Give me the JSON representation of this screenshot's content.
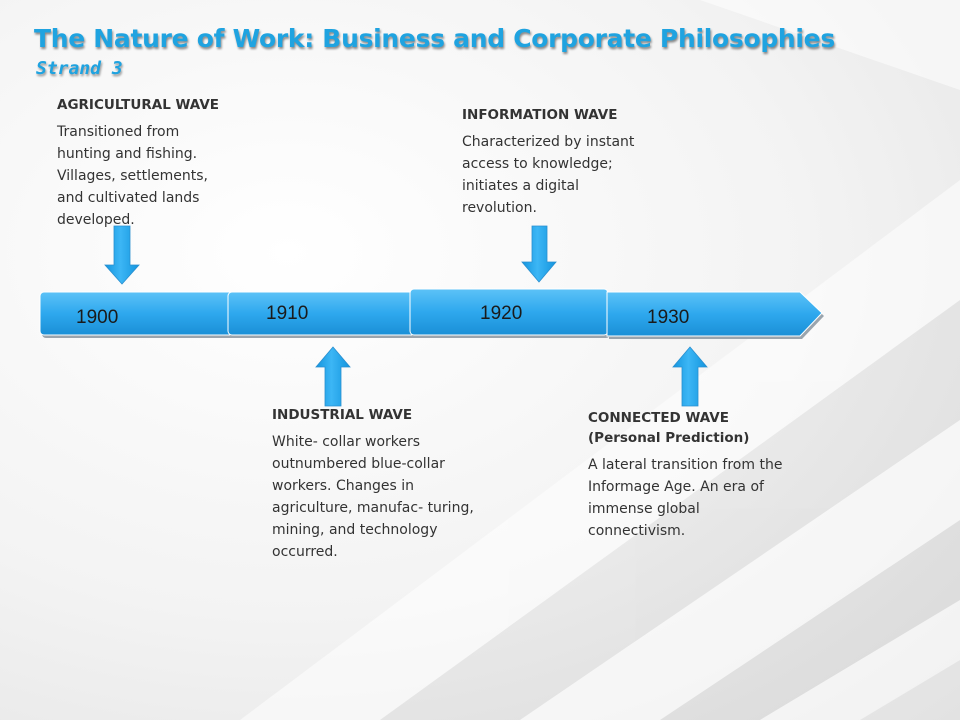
{
  "slide": {
    "title": "The Nature of Work: Business and Corporate Philosophies",
    "subtitle": "Strand 3"
  },
  "timeline": {
    "years": [
      "1900",
      "1910",
      "1920",
      "1930"
    ],
    "bar_color": "#2ea8ee",
    "arrow_color": "#17a3ef"
  },
  "waves": {
    "agricultural": {
      "heading": "AGRICULTURAL WAVE",
      "body": "Transitioned from hunting and fishing. Villages, settlements, and cultivated lands developed."
    },
    "information": {
      "heading": "INFORMATION WAVE",
      "body": "Characterized by instant access to knowledge; initiates a digital revolution."
    },
    "industrial": {
      "heading": "INDUSTRIAL WAVE",
      "body": "White- collar workers outnumbered blue-collar workers. Changes in agriculture, manufac- turing, mining, and technology occurred."
    },
    "connected": {
      "heading": "CONNECTED WAVE (Personal Prediction)",
      "body": "A lateral transition from the Informage Age. An era of immense global connectivism."
    }
  }
}
